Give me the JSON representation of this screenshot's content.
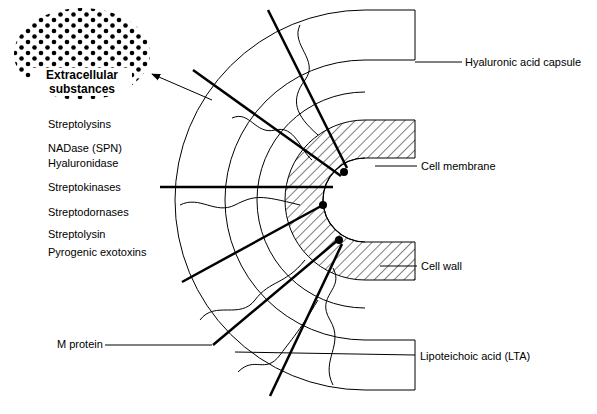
{
  "diagram": {
    "nodes": [
      {
        "text": [
          "Extracellular substances"
        ]
      }
    ],
    "labels": [
      "Streptolysins",
      "NADase (SPN)",
      "Hyaluronidase",
      "Streptokinases",
      "Streptodornases",
      "Streptolysin",
      "Pyrogenic exotoxins",
      "M protein",
      "Hyaluronic acid capsule",
      "Cell membrane",
      "Cell wall",
      "Lipoteichoic acid (LTA)"
    ]
  }
}
